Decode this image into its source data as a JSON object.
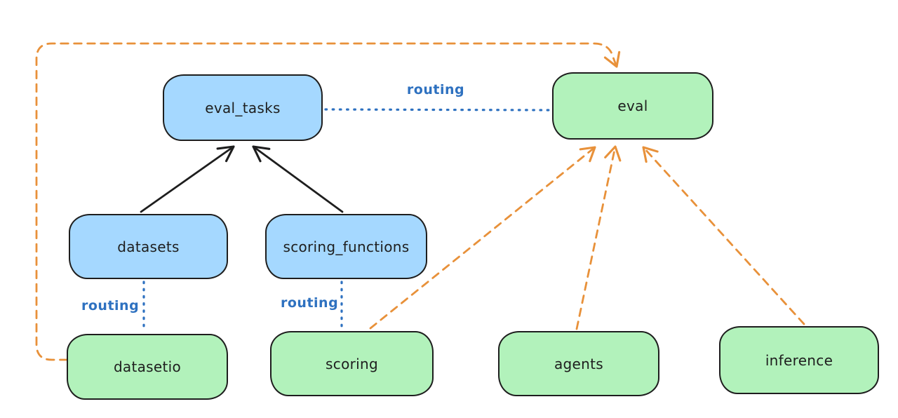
{
  "diagram": {
    "nodes": {
      "eval_tasks": {
        "label": "eval_tasks",
        "fill": "#a5d8ff"
      },
      "eval": {
        "label": "eval",
        "fill": "#b2f2bb"
      },
      "datasets": {
        "label": "datasets",
        "fill": "#a5d8ff"
      },
      "scoring_functions": {
        "label": "scoring_functions",
        "fill": "#a5d8ff"
      },
      "datasetio": {
        "label": "datasetio",
        "fill": "#b2f2bb"
      },
      "scoring": {
        "label": "scoring",
        "fill": "#b2f2bb"
      },
      "agents": {
        "label": "agents",
        "fill": "#b2f2bb"
      },
      "inference": {
        "label": "inference",
        "fill": "#b2f2bb"
      }
    },
    "edge_labels": {
      "routing_eval_tasks_eval": "routing",
      "routing_datasets_datasetio": "routing",
      "routing_scoring_functions_scoring": "routing"
    },
    "edges": [
      {
        "from": "datasets",
        "to": "eval_tasks",
        "style": "solid-black-arrow"
      },
      {
        "from": "scoring_functions",
        "to": "eval_tasks",
        "style": "solid-black-arrow"
      },
      {
        "from": "eval_tasks",
        "to": "eval",
        "style": "dotted-blue",
        "label": "routing"
      },
      {
        "from": "datasets",
        "to": "datasetio",
        "style": "dotted-blue",
        "label": "routing"
      },
      {
        "from": "scoring_functions",
        "to": "scoring",
        "style": "dotted-blue",
        "label": "routing"
      },
      {
        "from": "datasetio",
        "to": "eval",
        "style": "dashed-orange-arrow"
      },
      {
        "from": "scoring",
        "to": "eval",
        "style": "dashed-orange-arrow"
      },
      {
        "from": "agents",
        "to": "eval",
        "style": "dashed-orange-arrow"
      },
      {
        "from": "inference",
        "to": "eval",
        "style": "dashed-orange-arrow"
      }
    ],
    "colors": {
      "node_border": "#1e1e1e",
      "blue_node_fill": "#a5d8ff",
      "green_node_fill": "#b2f2bb",
      "routing_blue": "#2e71c0",
      "dashed_orange": "#e8913a",
      "solid_black": "#1e1e1e",
      "background": "#ffffff"
    }
  }
}
